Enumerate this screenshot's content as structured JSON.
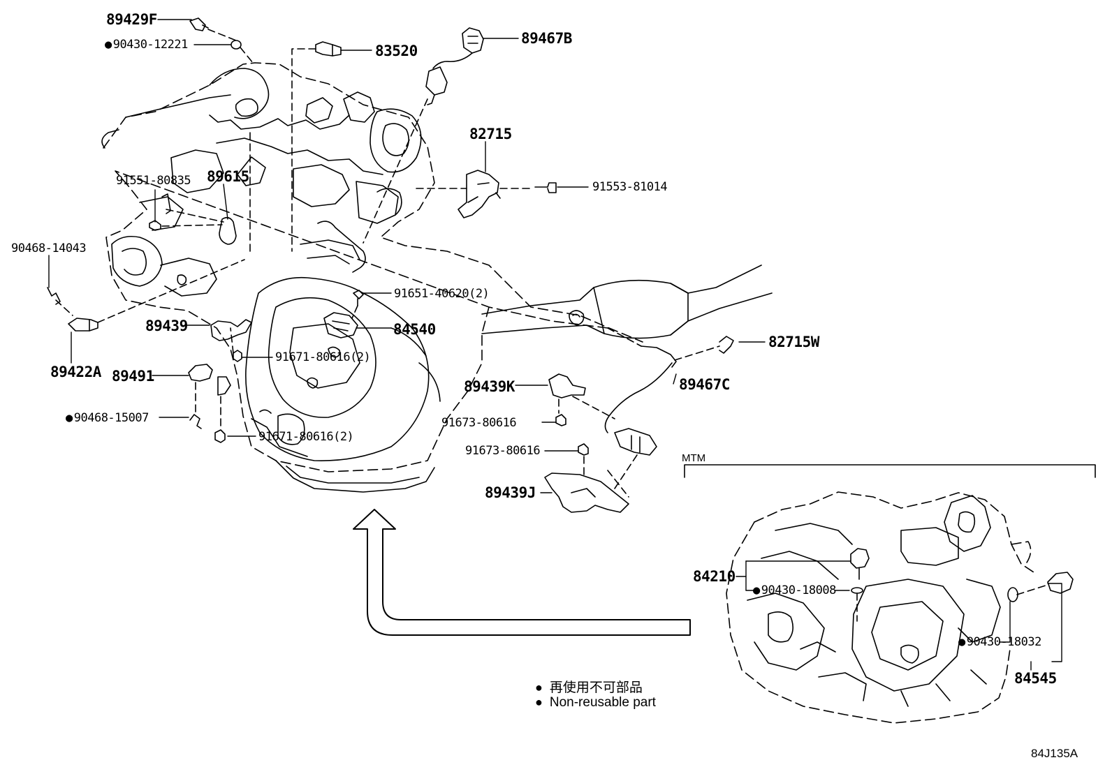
{
  "parts": {
    "p89429F": "89429F",
    "p90430_12221": "90430-12221",
    "p83520": "83520",
    "p89467B": "89467B",
    "p82715": "82715",
    "p91553_81014": "91553-81014",
    "p91551_80835": "91551-80835",
    "p89615": "89615",
    "p90468_14043": "90468-14043",
    "p91651_40620": "91651-40620(2)",
    "p84540": "84540",
    "p89439": "89439",
    "p82715W": "82715W",
    "p91671_80616_a": "91671-80616(2)",
    "p89422A": "89422A",
    "p89491": "89491",
    "p89467C": "89467C",
    "p89439K": "89439K",
    "p90468_15007": "90468-15007",
    "p91673_80616_a": "91673-80616",
    "p91671_80616_b": "91671-80616(2)",
    "p91673_80616_b": "91673-80616",
    "p89439J": "89439J",
    "p84210": "84210",
    "p90430_18008": "90430-18008",
    "p90430_18032": "90430-18032",
    "p84545": "84545"
  },
  "group_label": "MTM",
  "legend": {
    "bullet": "●",
    "line1": "再使用不可部品",
    "line2": "Non-reusable part"
  },
  "reference": "84J135A"
}
